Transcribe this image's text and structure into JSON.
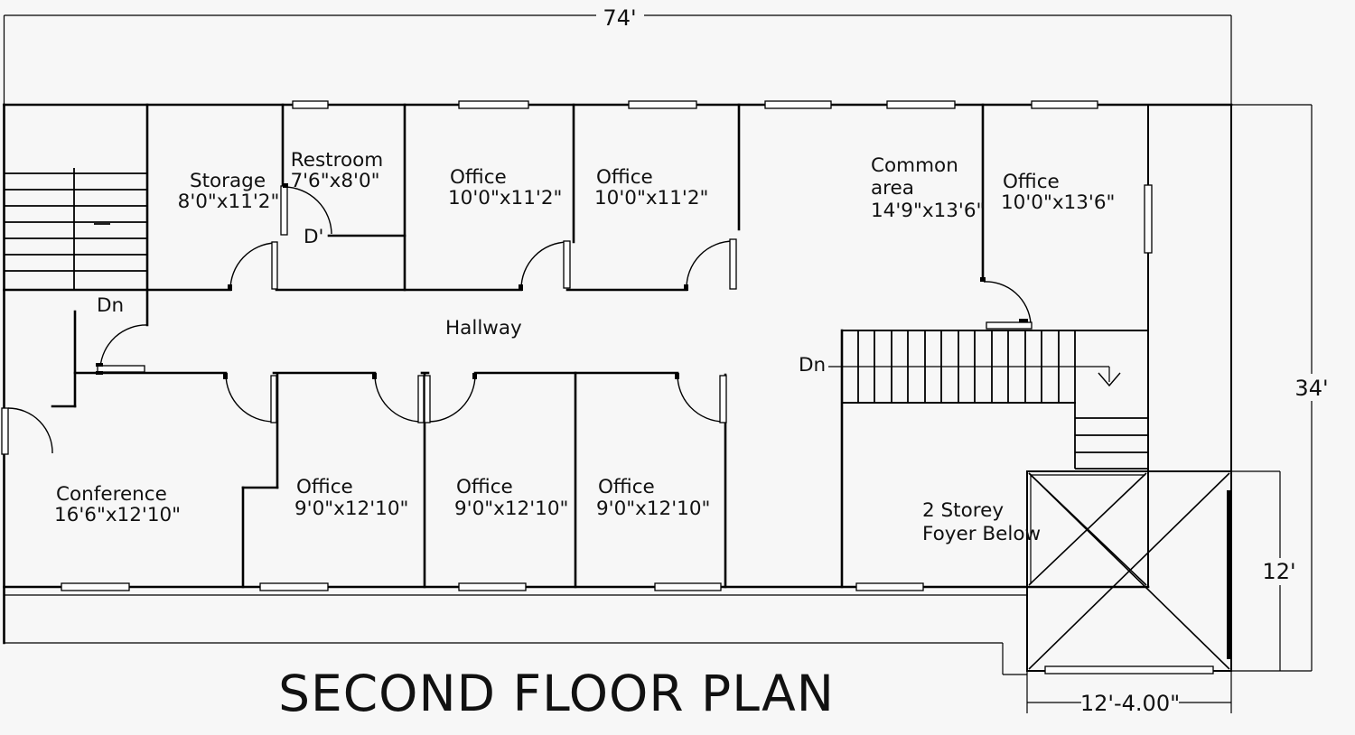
{
  "plan": {
    "title": "SECOND FLOOR PLAN",
    "dimensions": {
      "overall_width": "74'",
      "overall_height": "34'",
      "foyer_height": "12'",
      "foyer_width": "12'-4.00\""
    },
    "rooms": {
      "storage": {
        "name": "Storage",
        "size": "8'0\"x11'2\""
      },
      "restroom": {
        "name": "Restroom",
        "size": "7'6\"x8'0\""
      },
      "office_top_left": {
        "name": "Office",
        "size": "10'0\"x11'2\""
      },
      "office_top_mid": {
        "name": "Office",
        "size": "10'0\"x11'2\""
      },
      "common_area": {
        "name_line1": "Common",
        "name_line2": "area",
        "size": "14'9\"x13'6\""
      },
      "office_top_right": {
        "name": "Office",
        "size": "10'0\"x13'6\""
      },
      "hallway": {
        "name": "Hallway"
      },
      "conference": {
        "name": "Conference",
        "size": "16'6\"x12'10\""
      },
      "office_bottom_left": {
        "name": "Office",
        "size": "9'0\"x12'10\""
      },
      "office_bottom_mid": {
        "name": "Office",
        "size": "9'0\"x12'10\""
      },
      "office_bottom_right": {
        "name": "Office",
        "size": "9'0\"x12'10\""
      },
      "foyer": {
        "name_line1": "2 Storey",
        "name_line2": "Foyer Below"
      }
    },
    "annotations": {
      "stair_down_left": "Dn",
      "stair_down_mid": "Dn",
      "door_tag": "D'"
    },
    "colors": {
      "line": "#000000",
      "text": "#111111",
      "background": "#f7f7f7"
    }
  }
}
